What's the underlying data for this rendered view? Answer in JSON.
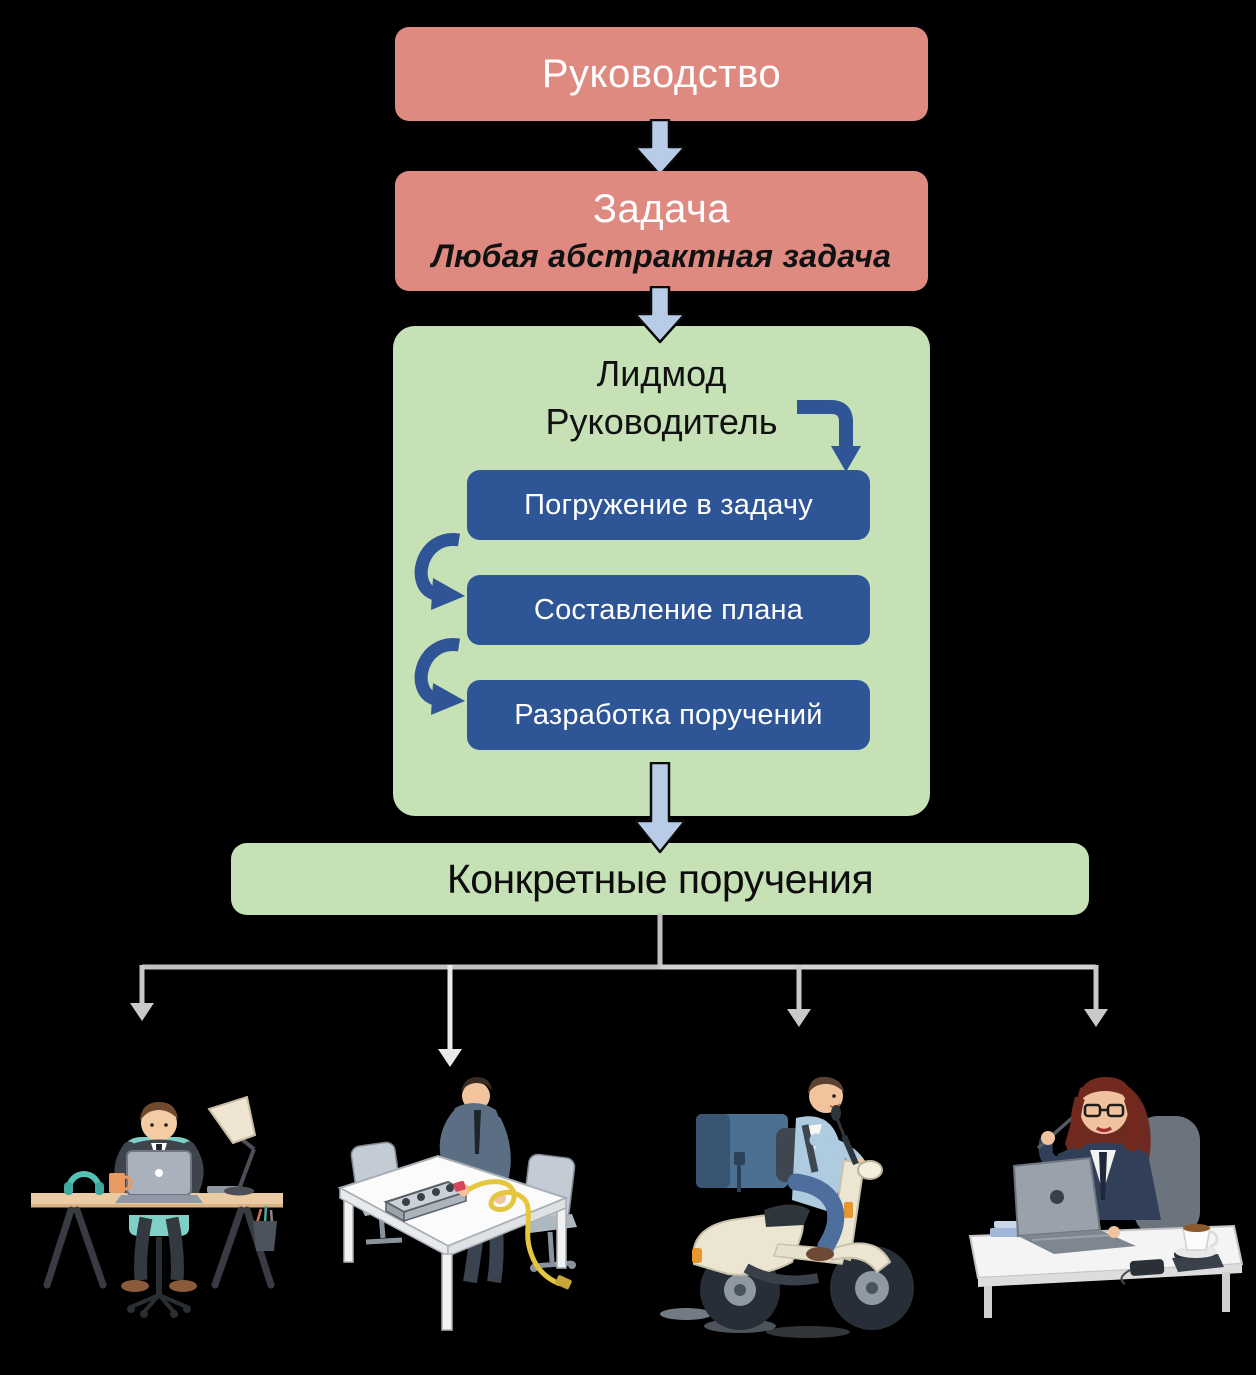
{
  "palette": {
    "background": "#000000",
    "red_box": "#DF8A80",
    "green_box": "#C7E1B6",
    "blue_box": "#2E5596",
    "light_blue_arrow": "#B8CCE8",
    "dark_blue_arrow": "#2F5597",
    "connector_gray": "#C9C9C9",
    "white_text": "#FFFFFF",
    "black_text": "#0D0D0D"
  },
  "flow": {
    "management_box": {
      "label": "Руководство"
    },
    "task_box": {
      "title": "Задача",
      "subtitle": "Любая абстрактная задача"
    },
    "leader_box": {
      "title_line1": "Лидмод",
      "title_line2": "Руководитель",
      "steps": [
        {
          "label": "Погружение в задачу"
        },
        {
          "label": "Составление плана"
        },
        {
          "label": "Разработка поручений"
        }
      ]
    },
    "assignments_box": {
      "label": "Конкретные поручения"
    }
  },
  "illustrations": [
    {
      "name": "employee-at-desk-illustration"
    },
    {
      "name": "employee-cable-table-illustration"
    },
    {
      "name": "courier-scooter-illustration"
    },
    {
      "name": "manager-at-desk-illustration"
    }
  ]
}
